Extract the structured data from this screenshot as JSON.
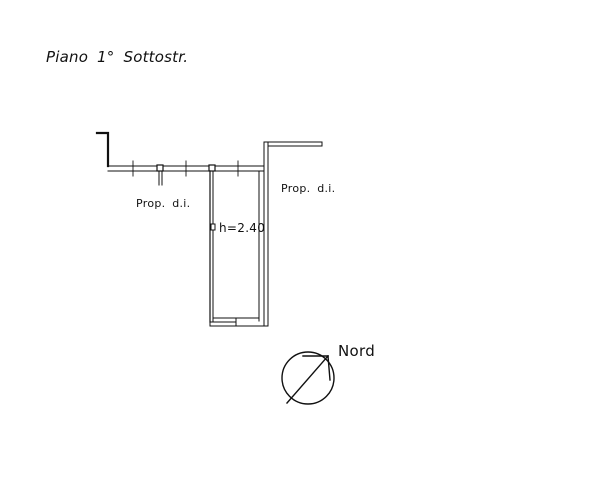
{
  "drawing": {
    "title": "Piano 1° Sottostr.",
    "labels": {
      "left_property": "Prop. d.i.",
      "right_property": "Prop. d.i.",
      "ceiling_height": "h=2.40"
    },
    "compass": {
      "label": "Nord",
      "icon": "north-arrow-icon"
    },
    "colors": {
      "line": "#111111",
      "background": "#ffffff"
    }
  }
}
